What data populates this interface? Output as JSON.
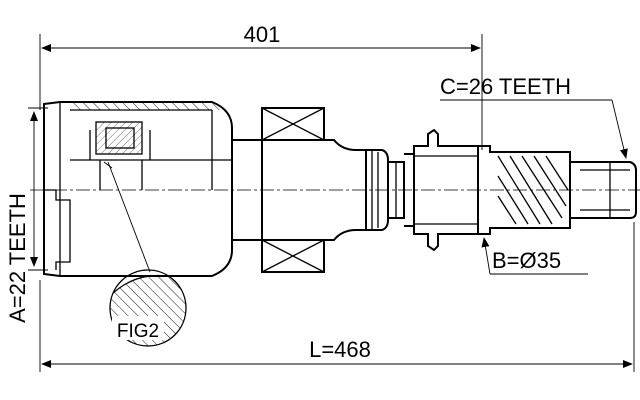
{
  "dimensions": {
    "overall_top": "401",
    "overall_bottom": "L=468",
    "spline_c": "C=26 TEETH",
    "diameter_b": "B=Ø35",
    "spline_a": "A=22 TEETH"
  },
  "detail": {
    "label": "FIG2"
  }
}
